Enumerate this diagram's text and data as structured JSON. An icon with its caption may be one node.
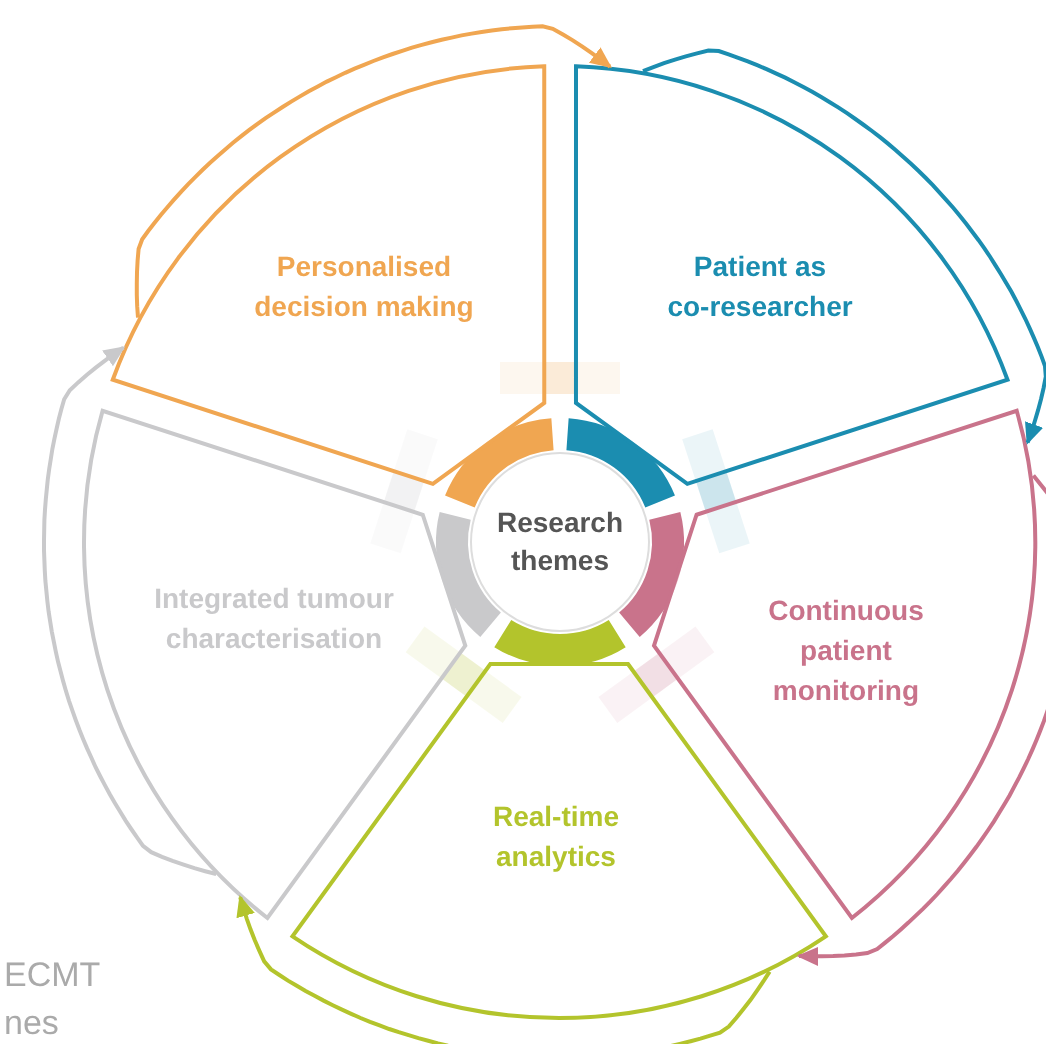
{
  "diagram": {
    "nodes": [
      {
        "text": [
          "Research themes"
        ]
      },
      {
        "text": [
          "Personalised decision making"
        ]
      },
      {
        "text": [
          "Patient as co-researcher"
        ]
      },
      {
        "text": [
          "Continuous patient monitoring"
        ]
      },
      {
        "text": [
          "Real-time analytics"
        ]
      },
      {
        "text": [
          "Integrated tumour characterisation"
        ]
      }
    ],
    "edges": [
      {
        "from": 1,
        "to": 2,
        "arrow": "to",
        "color": "#f0a651"
      },
      {
        "from": 2,
        "to": 3,
        "arrow": "to",
        "color": "#1b8db0"
      },
      {
        "from": 3,
        "to": 4,
        "arrow": "to",
        "color": "#c9738b"
      },
      {
        "from": 4,
        "to": 5,
        "arrow": "to",
        "color": "#b3c42c"
      },
      {
        "from": 5,
        "to": 1,
        "arrow": "to",
        "color": "#c9c9cb"
      }
    ],
    "labels": [
      "ECMT",
      "nes"
    ]
  }
}
